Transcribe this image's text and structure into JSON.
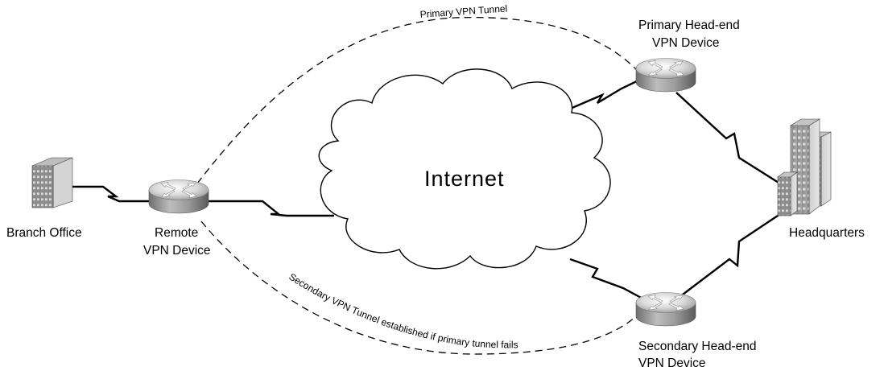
{
  "diagram": {
    "cloud_label": "Internet",
    "nodes": {
      "branch_office": "Branch Office",
      "remote_device_line1": "Remote",
      "remote_device_line2": "VPN Device",
      "primary_headend_line1": "Primary Head-end",
      "primary_headend_line2": "VPN Device",
      "secondary_headend_line1": "Secondary Head-end",
      "secondary_headend_line2": "VPN Device",
      "headquarters": "Headquarters"
    },
    "tunnels": {
      "primary": "Primary VPN Tunnel",
      "secondary": "Secondary VPN Tunnel established if primary tunnel fails"
    }
  }
}
